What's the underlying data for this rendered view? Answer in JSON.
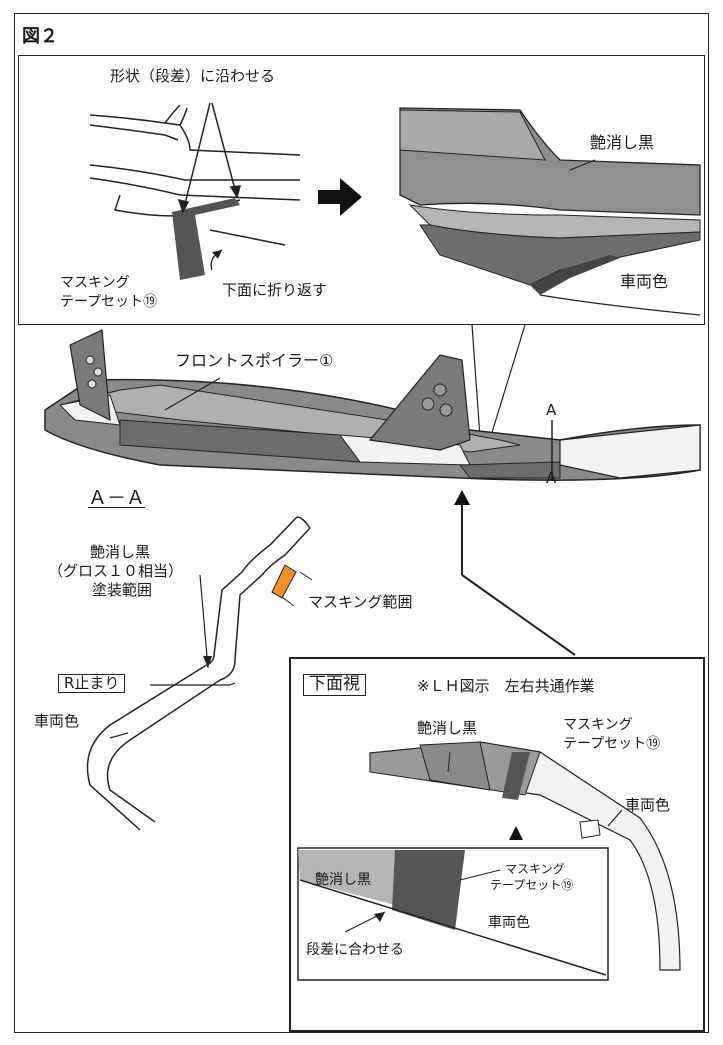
{
  "figure": {
    "title": "図２"
  },
  "top_panel": {
    "conform_label": "形状（段差）に沿わせる",
    "fold_label": "下面に折り返す",
    "masking_tape_line1": "マスキング",
    "masking_tape_line2": "テープセット⑲",
    "matte_black_label": "艶消し黒",
    "body_color_label": "車両色"
  },
  "spoiler": {
    "part_label": "フロントスポイラー①",
    "section_marker_top": "A",
    "section_marker_bottom": "A"
  },
  "section_view": {
    "title": "Ａ－Ａ",
    "matte_black_line1": "艶消し黒",
    "matte_black_line2": "（グロス１０相当）",
    "matte_black_line3": "塗装範囲",
    "masking_range_label": "マスキング範囲",
    "r_stop_label": "R止まり",
    "body_color_label": "車両色"
  },
  "bottom_view": {
    "title": "下面視",
    "note": "※ＬＨ図示　左右共通作業",
    "matte_black_label": "艶消し黒",
    "masking_tape_line1": "マスキング",
    "masking_tape_line2": "テープセット⑲",
    "body_color_label": "車両色",
    "inset_matte_black": "艶消し黒",
    "inset_masking_line1": "マスキング",
    "inset_masking_line2": "テープセット⑲",
    "inset_body_color": "車両色",
    "inset_step_label": "段差に合わせる"
  },
  "colors": {
    "tape_dark": "#555555",
    "matte_gray": "#9a9a9a",
    "light_gray": "#cfcfcf",
    "masking_orange": "#f0902a"
  }
}
